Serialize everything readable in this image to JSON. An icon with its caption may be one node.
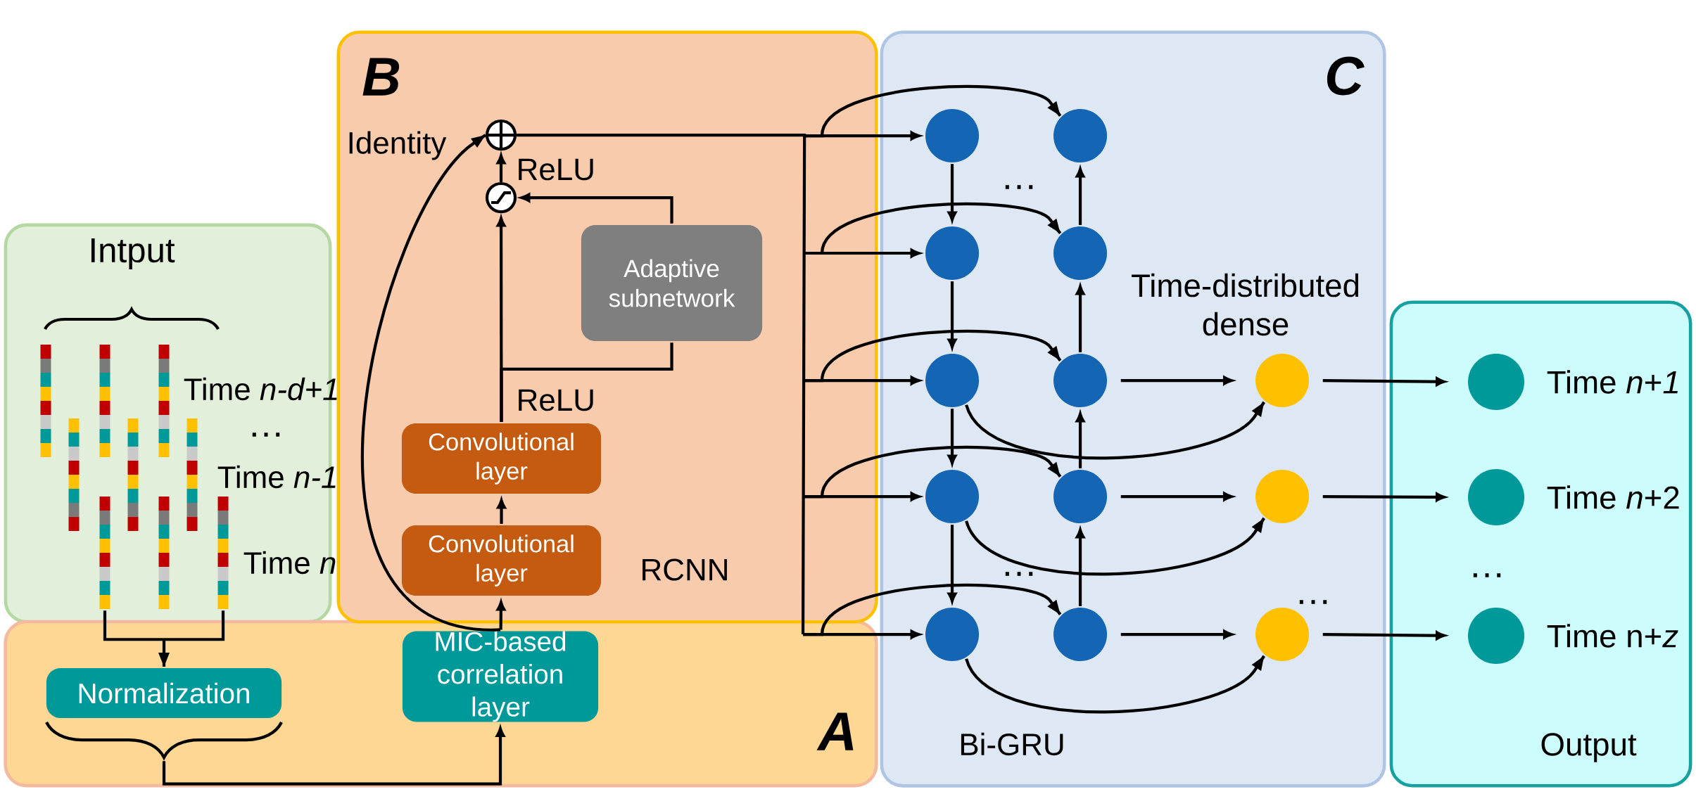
{
  "diagram": {
    "nodes": [
      {
        "text": [
          "Intput"
        ]
      },
      {
        "text": [],
        "shape": "picture",
        "in": 0,
        "beside": [
          "Time *n-d+1*",
          "…",
          "Time *n-1*",
          "Time *n*"
        ]
      },
      {
        "text": [
          "A"
        ]
      },
      {
        "text": [
          "Normalization"
        ],
        "in": 2
      },
      {
        "text": [
          "MIC-based correlation layer"
        ],
        "in": 2
      },
      {
        "text": [
          "B"
        ]
      },
      {
        "text": [],
        "shape": "circle",
        "in": 5
      },
      {
        "text": [],
        "shape": "circle",
        "in": 5
      },
      {
        "text": [
          "Adaptive subnetwork"
        ],
        "in": 5
      },
      {
        "text": [
          "Convolutional layer"
        ],
        "in": 5
      },
      {
        "text": [
          "Convolutional layer"
        ],
        "in": 5
      },
      {
        "text": [
          "C"
        ]
      },
      {
        "text": [],
        "shape": "circle",
        "in": 11
      },
      {
        "text": [],
        "shape": "circle",
        "in": 11
      },
      {
        "text": [],
        "shape": "circle",
        "in": 11
      },
      {
        "text": [],
        "shape": "circle",
        "in": 11
      },
      {
        "text": [],
        "shape": "circle",
        "in": 11
      },
      {
        "text": [],
        "shape": "circle",
        "in": 11
      },
      {
        "text": [],
        "shape": "circle",
        "in": 11
      },
      {
        "text": [],
        "shape": "circle",
        "in": 11
      },
      {
        "text": [],
        "shape": "circle",
        "in": 11
      },
      {
        "text": [],
        "shape": "circle",
        "in": 11
      },
      {
        "text": [],
        "shape": "circle",
        "in": 11
      },
      {
        "text": [],
        "shape": "circle",
        "in": 11
      },
      {
        "text": [],
        "shape": "circle",
        "in": 11
      },
      {
        "text": [
          "Output"
        ]
      },
      {
        "text": [],
        "shape": "circle",
        "in": 25,
        "beside": [
          "Time *n*+*1*"
        ]
      },
      {
        "text": [],
        "shape": "circle",
        "in": 25,
        "beside": [
          "Time *n*+2"
        ]
      },
      {
        "text": [],
        "shape": "circle",
        "in": 25,
        "beside": [
          "Time n+*z*"
        ]
      }
    ],
    "edges": [
      {
        "from": 1,
        "to": 3,
        "arrow": "to"
      },
      {
        "from": 3,
        "to": 4,
        "arrow": "to"
      },
      {
        "from": 4,
        "to": 10,
        "arrow": "to"
      },
      {
        "from": 10,
        "to": 9,
        "arrow": "to"
      },
      {
        "from": 9,
        "to": 7,
        "arrow": "to",
        "label": "ReLU"
      },
      {
        "from": 9,
        "to": 8,
        "arrow": "none"
      },
      {
        "from": 8,
        "to": 7,
        "arrow": "to"
      },
      {
        "from": 7,
        "to": 6,
        "arrow": "to",
        "label": "ReLU"
      },
      {
        "from": 4,
        "to": 6,
        "arrow": "to",
        "label": "Identity"
      },
      {
        "from": 6,
        "to": 12,
        "arrow": "to"
      },
      {
        "from": 6,
        "to": 13,
        "arrow": "to"
      },
      {
        "from": 6,
        "to": 14,
        "arrow": "to"
      },
      {
        "from": 6,
        "to": 15,
        "arrow": "to"
      },
      {
        "from": 6,
        "to": 16,
        "arrow": "to"
      },
      {
        "from": 6,
        "to": 17,
        "arrow": "to"
      },
      {
        "from": 6,
        "to": 18,
        "arrow": "to"
      },
      {
        "from": 6,
        "to": 19,
        "arrow": "to"
      },
      {
        "from": 6,
        "to": 20,
        "arrow": "to"
      },
      {
        "from": 6,
        "to": 21,
        "arrow": "to"
      },
      {
        "from": 12,
        "to": 13,
        "arrow": "to"
      },
      {
        "from": 13,
        "to": 14,
        "arrow": "to"
      },
      {
        "from": 14,
        "to": 15,
        "arrow": "to"
      },
      {
        "from": 15,
        "to": 16,
        "arrow": "to"
      },
      {
        "from": 18,
        "to": 17,
        "arrow": "to"
      },
      {
        "from": 19,
        "to": 18,
        "arrow": "to"
      },
      {
        "from": 20,
        "to": 19,
        "arrow": "to"
      },
      {
        "from": 21,
        "to": 20,
        "arrow": "to"
      },
      {
        "from": 19,
        "to": 22,
        "arrow": "to"
      },
      {
        "from": 20,
        "to": 23,
        "arrow": "to"
      },
      {
        "from": 21,
        "to": 24,
        "arrow": "to"
      },
      {
        "from": 14,
        "to": 22,
        "arrow": "to"
      },
      {
        "from": 15,
        "to": 23,
        "arrow": "to"
      },
      {
        "from": 16,
        "to": 24,
        "arrow": "to"
      },
      {
        "from": 22,
        "to": 26,
        "arrow": "to"
      },
      {
        "from": 23,
        "to": 27,
        "arrow": "to"
      },
      {
        "from": 24,
        "to": 28,
        "arrow": "to"
      }
    ],
    "labels": [
      "RCNN",
      "…",
      "Time-distributed dense",
      "…",
      "…",
      "Bi-GRU",
      "…"
    ]
  }
}
